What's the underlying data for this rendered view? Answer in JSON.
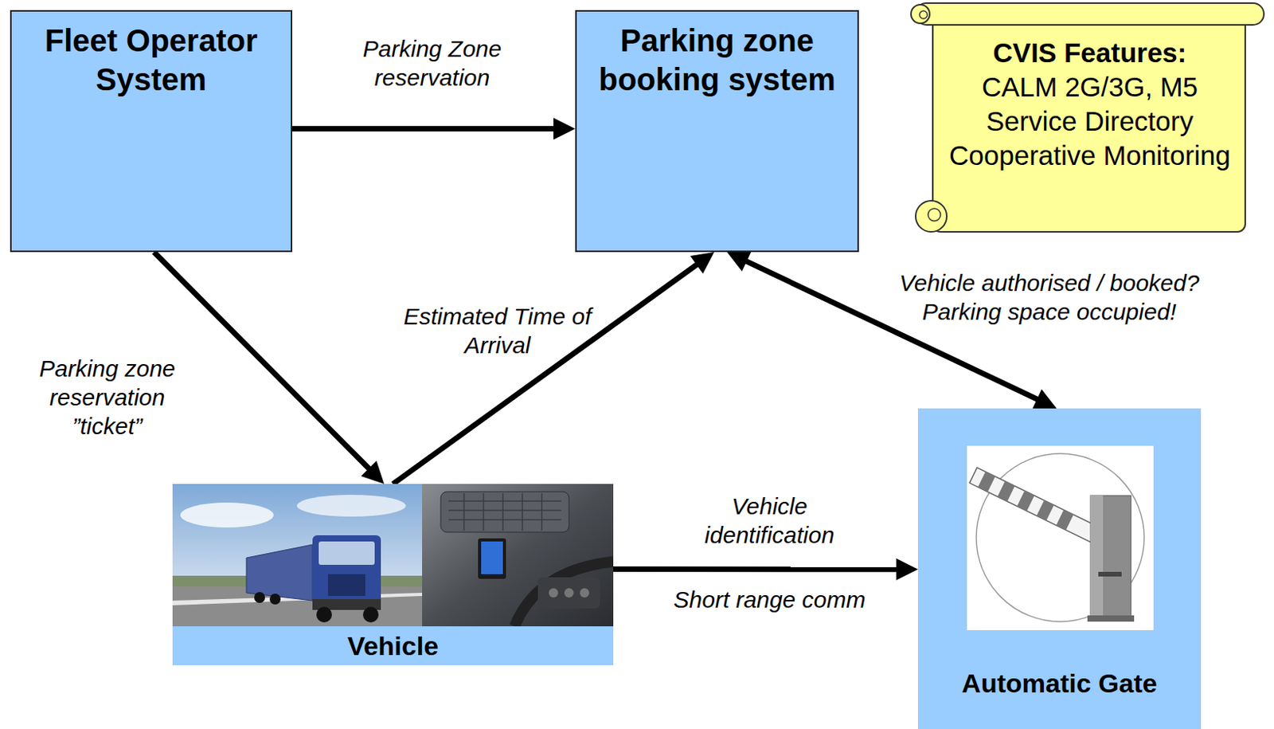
{
  "diagram": {
    "nodes": [
      {
        "text": [
          "Fleet Operator System"
        ]
      },
      {
        "text": [
          "Parking zone booking system"
        ]
      },
      {
        "text": [
          "CVIS Features:",
          "CALM 2G/3G, M5",
          "Service Directory",
          "Cooperative Monitoring"
        ]
      },
      {
        "text": [
          "Vehicle"
        ]
      },
      {
        "text": [
          "Automatic Gate"
        ]
      }
    ],
    "edges": [
      {
        "from": 0,
        "to": 1,
        "label": "Parking Zone reservation",
        "arrow": "to"
      },
      {
        "from": 0,
        "to": 3,
        "label": "Parking zone reservation ”ticket”",
        "arrow": "to"
      },
      {
        "from": 3,
        "to": 1,
        "label": "Estimated Time of Arrival",
        "arrow": "to"
      },
      {
        "from": 1,
        "to": 4,
        "label": "Vehicle authorised / booked? Parking space occupied!",
        "arrow": "both"
      },
      {
        "from": 3,
        "to": 4,
        "label": "Vehicle identification",
        "arrow": "to"
      }
    ],
    "labels": [
      "Short range comm"
    ]
  }
}
